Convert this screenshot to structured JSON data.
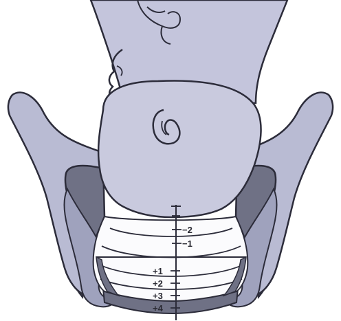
{
  "diagram": {
    "kind": "fetal-station-illustration",
    "stations": {
      "minus2": "−2",
      "minus1": "−1",
      "plus1": "+1",
      "plus2": "+2",
      "plus3": "+3",
      "plus4": "+4"
    },
    "colors": {
      "fetal_body": "#c4c5dc",
      "head": "#c9cade",
      "pelvis_light": "#b9bbd3",
      "pelvis_dark": "#6f7185",
      "outline": "#2c2c3a",
      "background": "#ffffff",
      "stations_fill": "#fbfbfd"
    }
  }
}
